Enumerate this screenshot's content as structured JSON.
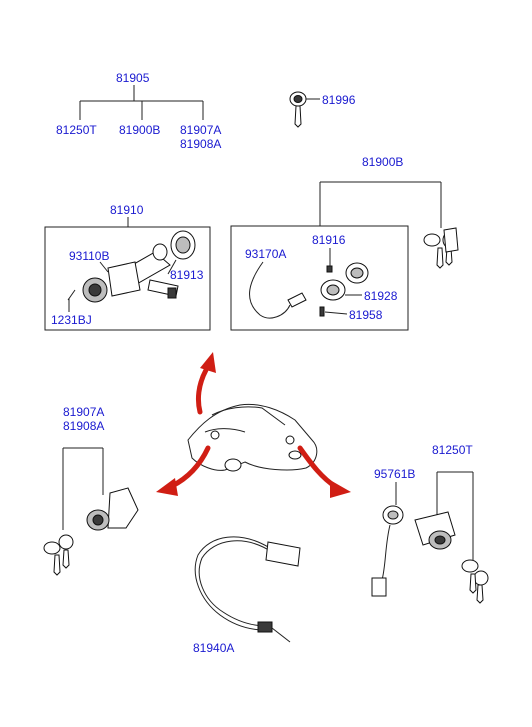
{
  "parts": {
    "p81905": "81905",
    "p81250T_a": "81250T",
    "p81900B_a": "81900B",
    "p81907A_a": "81907A",
    "p81908A_a": "81908A",
    "p81996": "81996",
    "p81900B_b": "81900B",
    "p81910": "81910",
    "p93110B": "93110B",
    "p81913": "81913",
    "p1231BJ": "1231BJ",
    "p93170A": "93170A",
    "p81916": "81916",
    "p81928": "81928",
    "p81958": "81958",
    "p81907A_b": "81907A",
    "p81908A_b": "81908A",
    "p81250T_b": "81250T",
    "p95761B": "95761B",
    "p81940A": "81940A"
  },
  "colors": {
    "label": "#1a1ad0",
    "arrow": "#d01e14",
    "line": "#222222"
  }
}
